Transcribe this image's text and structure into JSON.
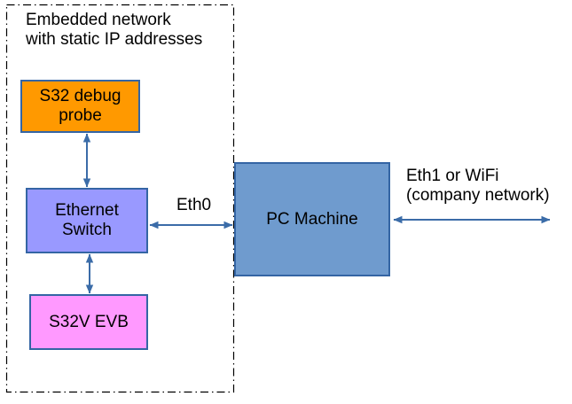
{
  "diagram": {
    "group_label": "Embedded network\nwith static IP addresses",
    "nodes": {
      "probe": {
        "label": "S32 debug\nprobe"
      },
      "switch": {
        "label": "Ethernet\nSwitch"
      },
      "evb": {
        "label": "S32V EVB"
      },
      "pc": {
        "label": "PC Machine"
      }
    },
    "edge_labels": {
      "eth0": "Eth0",
      "eth1": "Eth1 or WiFi\n(company network)"
    },
    "connections": [
      {
        "from": "S32 debug probe",
        "to": "Ethernet Switch",
        "type": "bidirectional",
        "label": ""
      },
      {
        "from": "Ethernet Switch",
        "to": "S32V EVB",
        "type": "bidirectional",
        "label": ""
      },
      {
        "from": "Ethernet Switch",
        "to": "PC Machine",
        "type": "bidirectional",
        "label": "Eth0"
      },
      {
        "from": "PC Machine",
        "to": "company network (external)",
        "type": "bidirectional",
        "label": "Eth1 or WiFi (company network)"
      }
    ]
  },
  "colors": {
    "orange": "#ff9900",
    "purple": "#9999ff",
    "pink": "#ff99ff",
    "blue": "#6f9bce",
    "border": "#3465a4",
    "arrow": "#3b6ca8"
  }
}
